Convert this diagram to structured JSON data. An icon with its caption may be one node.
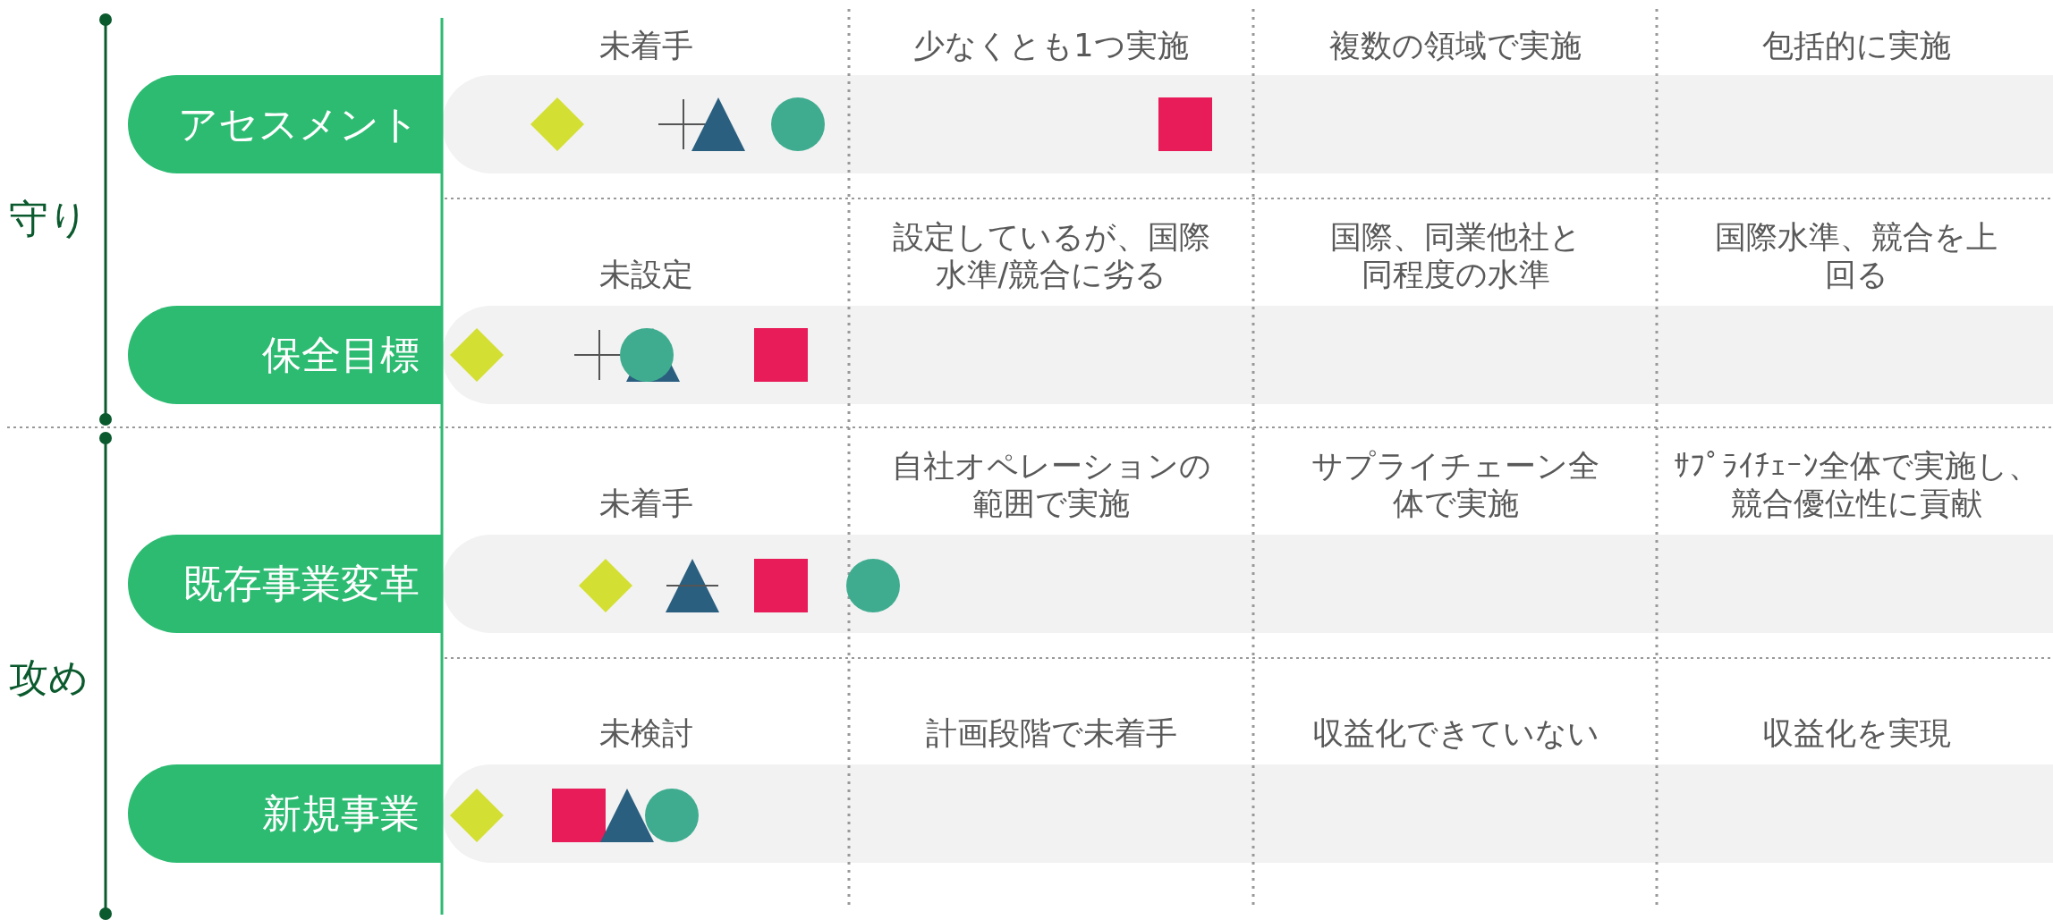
{
  "diagram": {
    "nodes": [
      {
        "text": [
          "アセスメント"
        ]
      },
      {
        "text": [
          "保全目標"
        ]
      },
      {
        "text": [
          "既存事業変革"
        ]
      },
      {
        "text": [
          "新規事業"
        ]
      }
    ],
    "labels": [
      "未着手",
      "少なくとも1つ実施",
      "複数の領域で実施",
      "包括的に実施",
      "守り",
      "未設定",
      "設定しているが、国際水準/競合に劣る",
      "国際、同業他社と同程度の水準",
      "国際水準、競合を上回る",
      "攻め",
      "未着手",
      "自社オペレーションの範囲で実施",
      "サプライチェーン全体で実施",
      "ｻﾌﾟﾗｲﾁｪｰﾝ全体で実施し、競合優位性に貢献",
      "未検討",
      "計画段階で未着手",
      "収益化できていない",
      "収益化を実現"
    ]
  }
}
